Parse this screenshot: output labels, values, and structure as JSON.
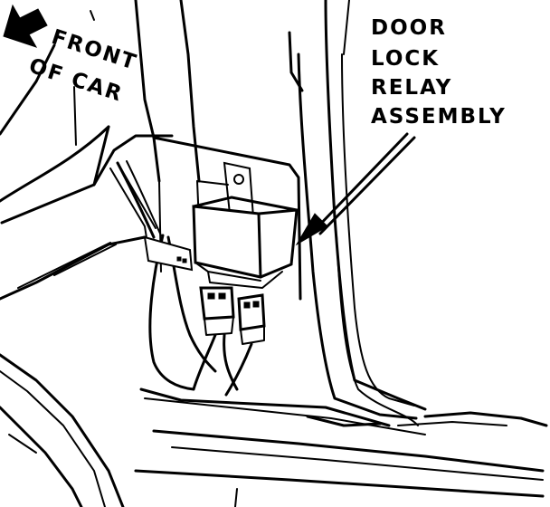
{
  "labels": {
    "front_of_car": {
      "line1": "FRONT",
      "line2": "OF CAR"
    },
    "callout": {
      "line1": "DOOR",
      "line2": "LOCK",
      "line3": "RELAY",
      "line4": "ASSEMBLY"
    }
  },
  "icons": {
    "direction_arrow": "arrow-icon",
    "relay": "relay-icon"
  },
  "colors": {
    "ink": "#000000",
    "paper": "#ffffff"
  }
}
